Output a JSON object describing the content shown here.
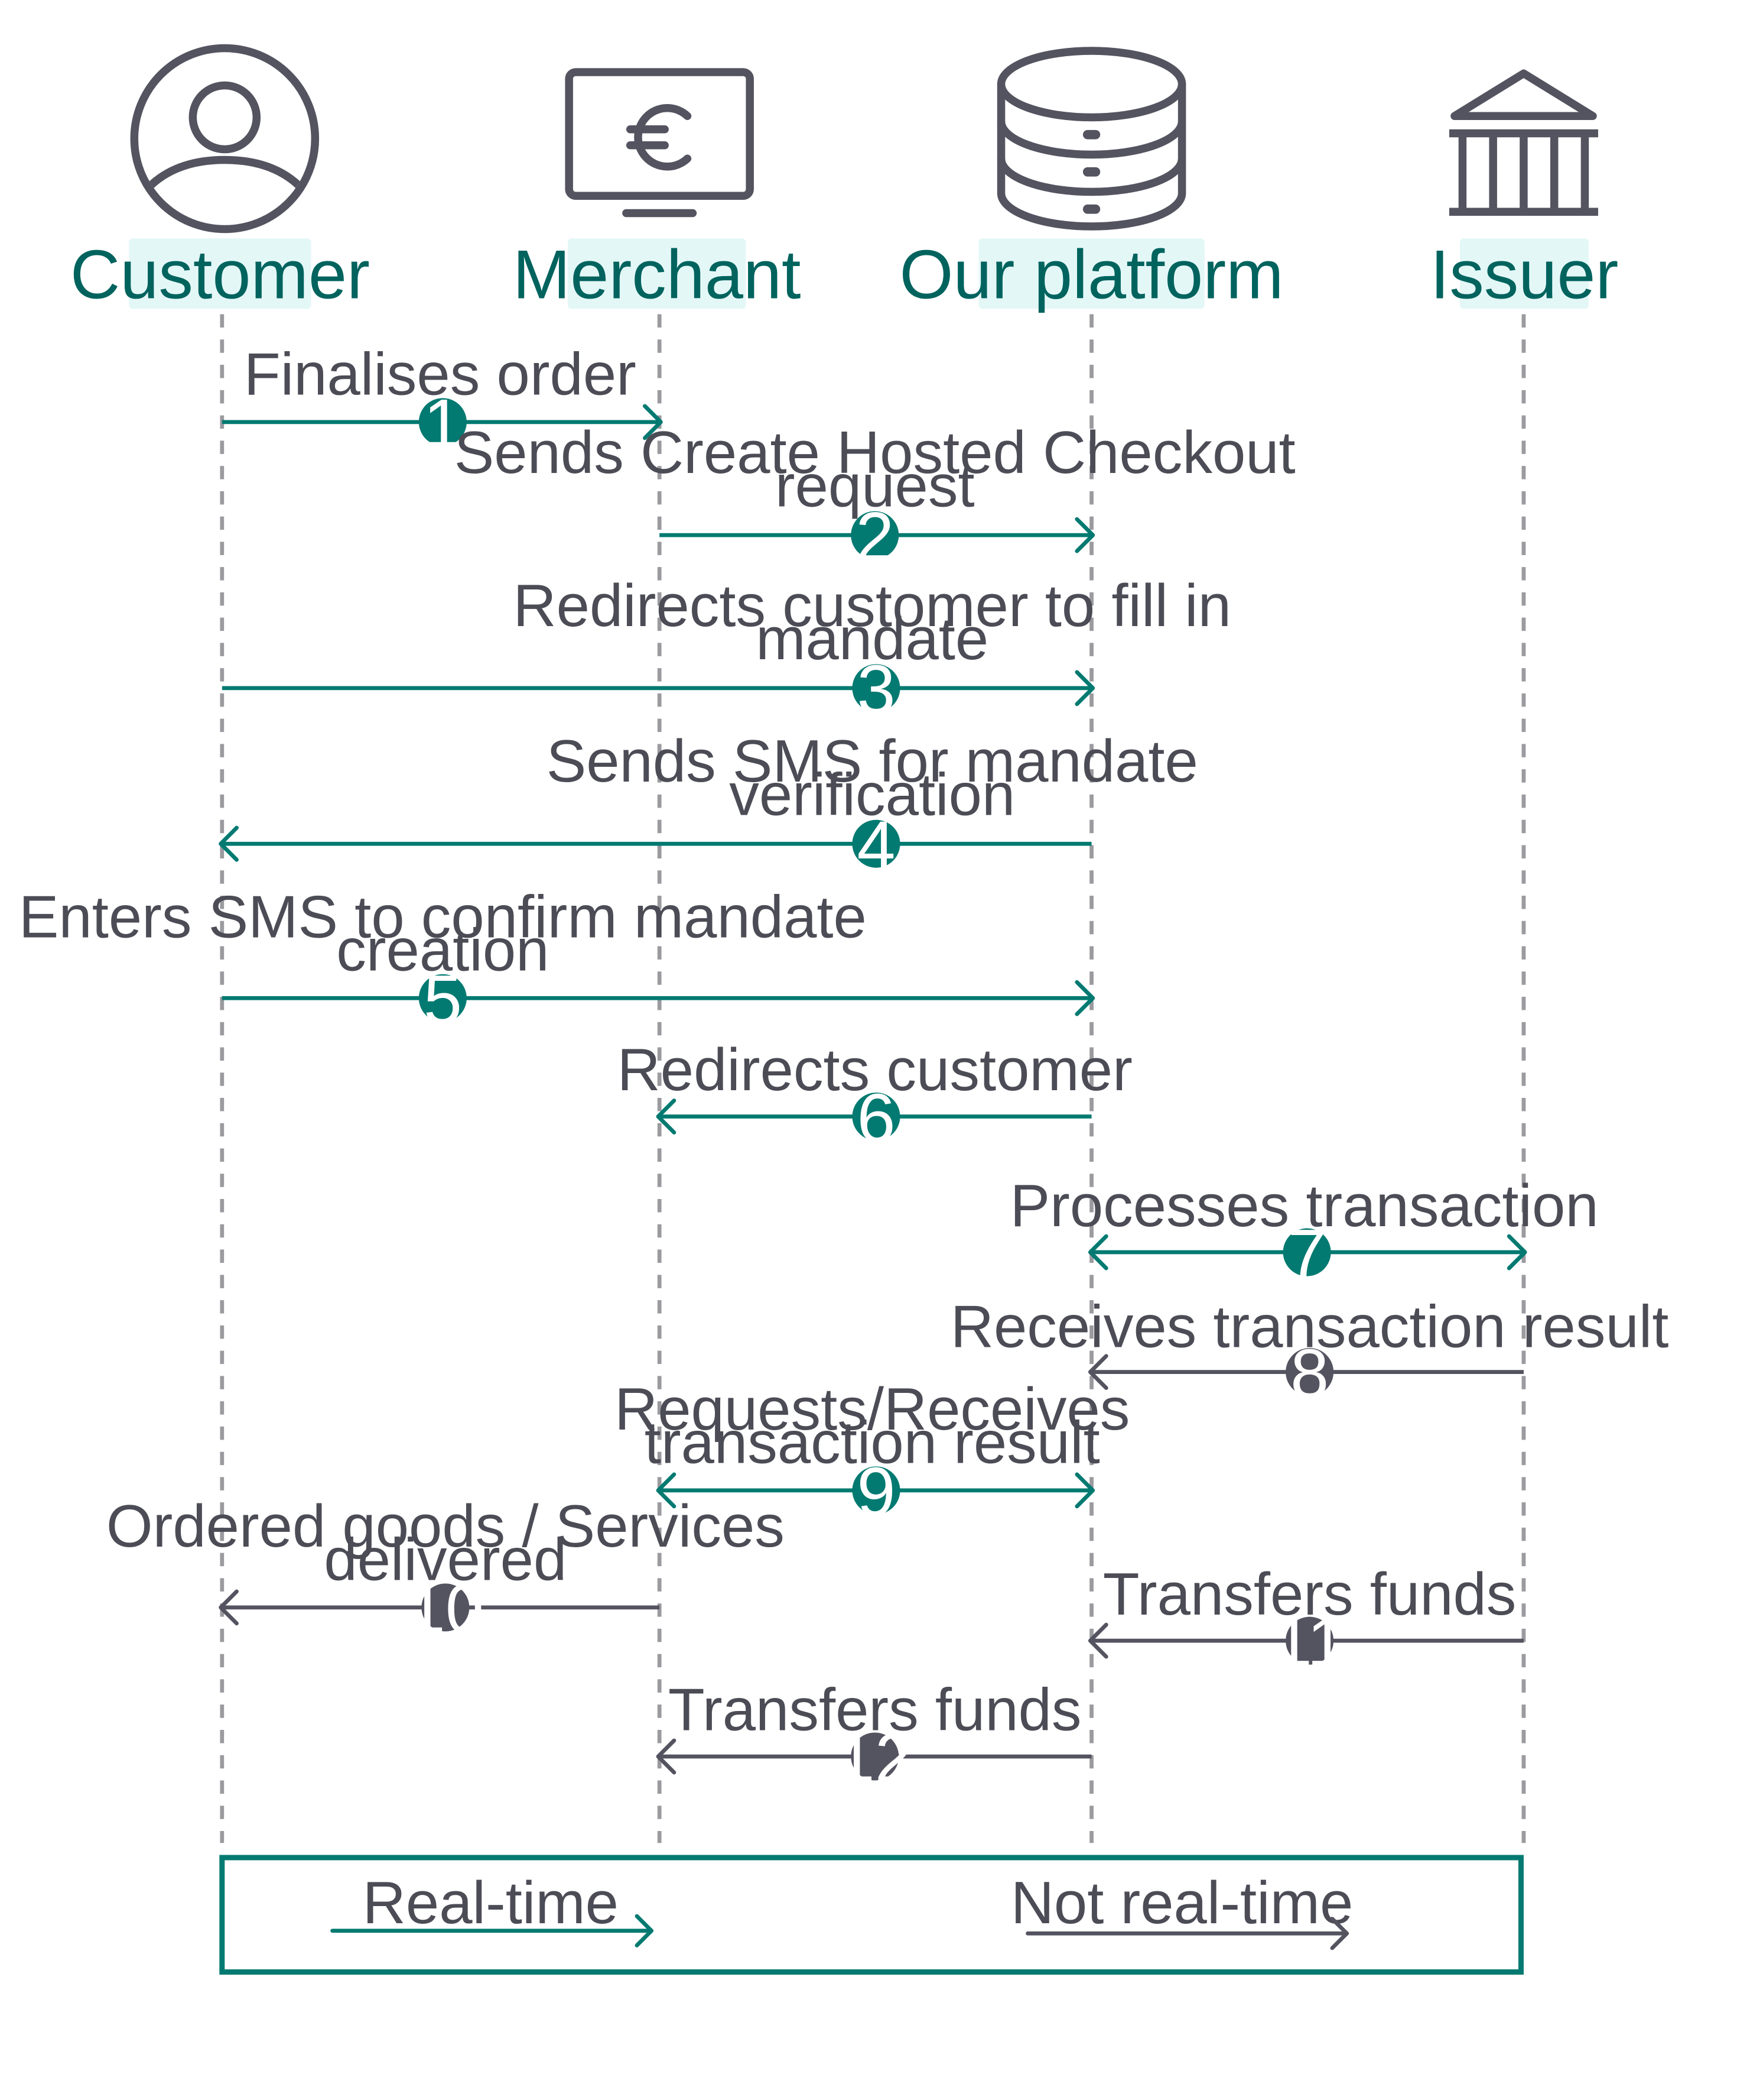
{
  "colors": {
    "realtime": "#037a71",
    "not_realtime": "#545360",
    "icon": "#545360",
    "label_bg": "#e4f7f7",
    "label_text": "#00635e",
    "lifeline": "#9a9a9f",
    "text": "#4c4c56"
  },
  "actors": [
    {
      "id": "customer",
      "name": "Customer",
      "icon": "user-avatar-icon"
    },
    {
      "id": "merchant",
      "name": "Merchant",
      "icon": "euro-monitor-icon"
    },
    {
      "id": "platform",
      "name": "Our platform",
      "icon": "database-icon"
    },
    {
      "id": "issuer",
      "name": "Issuer",
      "icon": "bank-icon"
    }
  ],
  "messages": [
    {
      "num": "1",
      "label": [
        "Finalises order"
      ],
      "from": "customer",
      "to": "merchant",
      "kind": "realtime",
      "bidirectional": false
    },
    {
      "num": "2",
      "label": [
        "Sends Create Hosted Checkout",
        "request"
      ],
      "from": "merchant",
      "to": "platform",
      "kind": "realtime",
      "bidirectional": false
    },
    {
      "num": "3",
      "label": [
        "Redirects customer to fill in",
        "mandate"
      ],
      "from": "customer",
      "to": "platform",
      "kind": "realtime",
      "bidirectional": false
    },
    {
      "num": "4",
      "label": [
        "Sends SMS for mandate",
        "verification"
      ],
      "from": "platform",
      "to": "customer",
      "kind": "realtime",
      "bidirectional": false
    },
    {
      "num": "5",
      "label": [
        "Enters SMS to confirm mandate",
        "creation"
      ],
      "from": "customer",
      "to": "platform",
      "kind": "realtime",
      "bidirectional": false
    },
    {
      "num": "6",
      "label": [
        "Redirects customer"
      ],
      "from": "platform",
      "to": "merchant",
      "kind": "realtime",
      "bidirectional": false
    },
    {
      "num": "7",
      "label": [
        "Processes transaction"
      ],
      "from": "platform",
      "to": "issuer",
      "kind": "realtime",
      "bidirectional": true
    },
    {
      "num": "8",
      "label": [
        "Receives transaction result"
      ],
      "from": "issuer",
      "to": "platform",
      "kind": "not_realtime",
      "bidirectional": false
    },
    {
      "num": "9",
      "label": [
        "Requests/Receives",
        "transaction result"
      ],
      "from": "merchant",
      "to": "platform",
      "kind": "realtime",
      "bidirectional": true
    },
    {
      "num": "10",
      "label": [
        "Ordered goods / Services",
        "delivered"
      ],
      "from": "merchant",
      "to": "customer",
      "kind": "not_realtime",
      "bidirectional": false
    },
    {
      "num": "11",
      "label": [
        "Transfers funds"
      ],
      "from": "issuer",
      "to": "platform",
      "kind": "not_realtime",
      "bidirectional": false
    },
    {
      "num": "12",
      "label": [
        "Transfers funds"
      ],
      "from": "platform",
      "to": "merchant",
      "kind": "not_realtime",
      "bidirectional": false
    }
  ],
  "legend": {
    "realtime_label": "Real-time",
    "not_realtime_label": "Not real-time"
  }
}
